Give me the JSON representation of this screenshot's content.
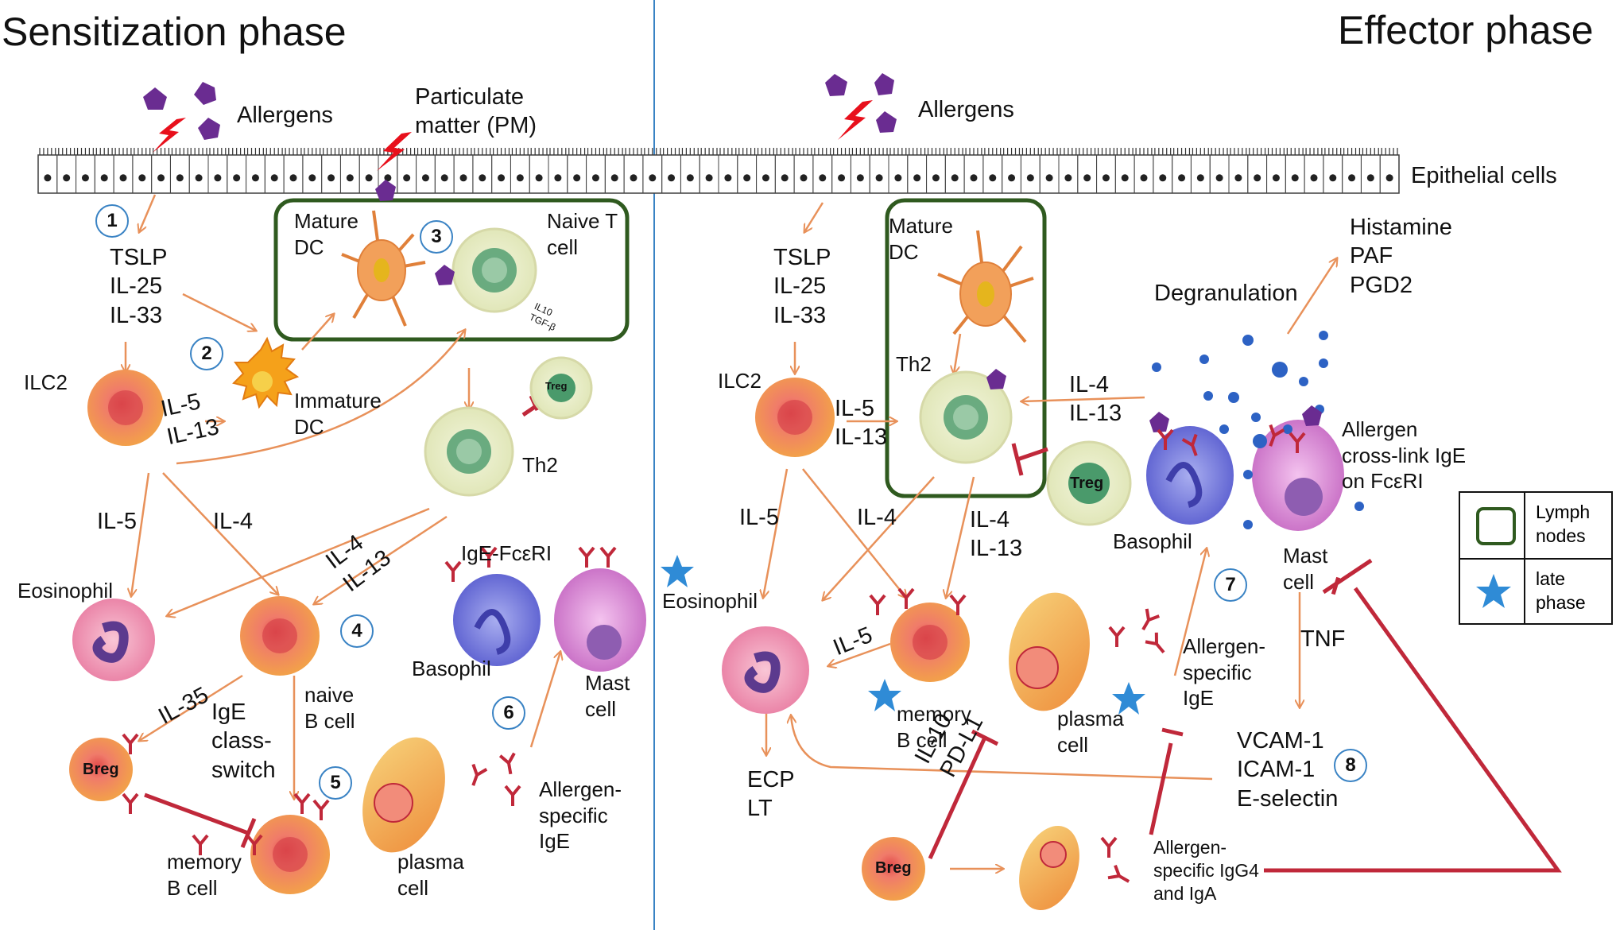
{
  "titles": {
    "sensitization": "Sensitization phase",
    "effector": "Effector phase"
  },
  "labels": {
    "allergens_left": "Allergens",
    "allergens_right": "Allergens",
    "pm": "Particulate\nmatter (PM)",
    "epithelial": "Epithelial cells",
    "cytokines_left": "TSLP\nIL-25\nIL-33",
    "cytokines_right": "TSLP\nIL-25\nIL-33",
    "mature_dc_left": "Mature\nDC",
    "naive_t": "Naive T\ncell",
    "il10_tgfb": "IL10\nTGF-β",
    "ilc2_left": "ILC2",
    "il5_il13_left": "IL-5\nIL-13",
    "immature_dc": "Immature\nDC",
    "th2_left": "Th2",
    "il5_left": "IL-5",
    "il4_left": "IL-4",
    "il4_il13_left": "IL-4\nIL-13",
    "eosinophil_left": "Eosinophil",
    "naive_b": "naive\nB cell",
    "ige_fceri": "IgE-FcεRI",
    "basophil_left": "Basophil",
    "mast_left": "Mast\ncell",
    "il35": "IL-35",
    "ige_class_switch": "IgE\nclass-\nswitch",
    "memory_b_left": "memory\nB cell",
    "plasma_left": "plasma\ncell",
    "allergen_ige_left": "Allergen-\nspecific\nIgE",
    "eosinophil_mid": "Eosinophil",
    "mature_dc_right": "Mature\nDC",
    "th2_right": "Th2",
    "ilc2_right": "ILC2",
    "il5_il13_right": "IL-5\nIL-13",
    "il5_right": "IL-5",
    "il4_right": "IL-4",
    "il4_il13_right": "IL-4\nIL-13",
    "il4_il13_basophil": "IL-4\nIL-13",
    "degranulation": "Degranulation",
    "mediators": "Histamine\nPAF\nPGD2",
    "allergen_crosslink": "Allergen\ncross-link IgE\non FcεRI",
    "basophil_right": "Basophil",
    "mast_right": "Mast\ncell",
    "tnf": "TNF",
    "il5_eos": "IL-5",
    "memory_b_right": "memory\nB cell",
    "plasma_right": "plasma\ncell",
    "allergen_ige_right": "Allergen-\nspecific\nIgE",
    "adhesion": "VCAM-1\nICAM-1\nE-selectin",
    "ecp_lt": "ECP\nLT",
    "il10_pdl1": "IL-10\nPD-L1",
    "igg4_iga": "Allergen-\nspecific IgG4\nand IgA",
    "treg_small": "Treg",
    "treg_right": "Treg",
    "breg_left": "Breg",
    "breg_right": "Breg"
  },
  "steps": [
    "1",
    "2",
    "3",
    "4",
    "5",
    "6",
    "7",
    "8"
  ],
  "legend": {
    "lymph_nodes": "Lymph\nnodes",
    "late_phase": "late\nphase"
  },
  "colors": {
    "arrow": "#e8915a",
    "inhibit": "#c0283a",
    "lymph_box": "#2f5a1f",
    "allergen": "#6a2c91",
    "lightning": "#e8101c",
    "star": "#2f8bd6",
    "divider": "#3a83c4",
    "granule": "#2d62c4"
  }
}
